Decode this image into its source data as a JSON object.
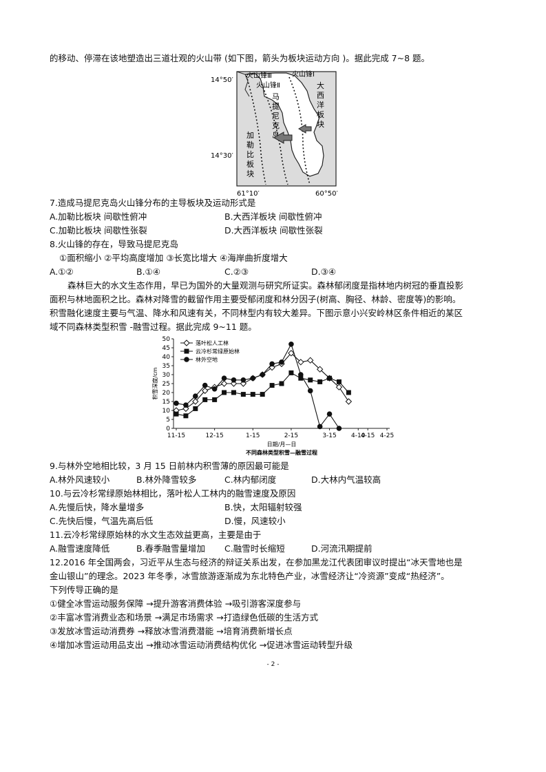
{
  "intro": "的移动、停滞在该地塑造出三道壮观的火山带 (如下图，箭头为板块运动方向 )。据此完成 7~8 题。",
  "map": {
    "lat_top": "14°50′",
    "lat_bottom": "14°30′",
    "lon_left": "61°10′",
    "lon_right": "60°50′",
    "ridge3": "火山锋Ⅲ",
    "ridge2": "火山锋Ⅱ",
    "ridge1": "火山锋Ⅰ",
    "island_chars": [
      "马",
      "提",
      "尼",
      "克",
      "岛"
    ],
    "atlantic_chars": [
      "大",
      "西",
      "洋",
      "板",
      "块"
    ],
    "caribbean_chars": [
      "加",
      "勒",
      "比",
      "板",
      "块"
    ]
  },
  "q7": {
    "stem": "7.造成马提尼克岛火山锋分布的主导板块及运动形式是",
    "a": "A.加勒比板块  间歇性俯冲",
    "b": "B.大西洋板块  间歇性俯冲",
    "c": "C.加勒比板块  间歇性张裂",
    "d": "D.大西洋板块  间歇性张裂"
  },
  "q8": {
    "stem": "8.火山锋的存在，导致马提尼克岛",
    "items": "①面积缩小  ②平均高度增加  ③长宽比增大  ④海岸曲折度增大",
    "a": "A.①②",
    "b": "B.①④",
    "c": "C.②③",
    "d": "D.③④"
  },
  "passage": [
    "森林巨大的水文生态作用，早已为国外的大量观测与研究所证实。森林郁闭度是指林地内树冠的垂直投影",
    "面积与林地面积之比。森林对降雪的截留作用主要受郁闭度和林分因子(树高、胸径、林龄、密度等)的影响。",
    "积雪融化速度主要与气温、降水和风速有关，不同林型内有较大差异。下图示意小兴安岭林区条件相近的某区",
    "域不同森林类型积雪 -融雪过程。据此完成 9~11 题。"
  ],
  "chart_data": {
    "type": "line",
    "title": "不同森林类型积雪—融雪过程",
    "xlabel": "日期/月—日",
    "ylabel": "积雪深度/cm",
    "ylim": [
      0,
      50
    ],
    "yticks": [
      "0",
      "5",
      "10",
      "15",
      "20",
      "25",
      "30",
      "35",
      "40",
      "45",
      "50"
    ],
    "xticks": [
      "11-15",
      "12-15",
      "1-15",
      "2-15",
      "3-15",
      "4-10",
      "4-15",
      "4-25"
    ],
    "xtick_idx": [
      0,
      4,
      8,
      12,
      16,
      19,
      20,
      22
    ],
    "grid": false,
    "legend_position": "top-left",
    "series": [
      {
        "name": "落叶松人工林",
        "marker": "diamond",
        "values": [
          10,
          11,
          15,
          21,
          23,
          25,
          25,
          25,
          28,
          30,
          34,
          36,
          42,
          37,
          38,
          33,
          28,
          23,
          15
        ],
        "x_idx": [
          0,
          1,
          2,
          3,
          4,
          5,
          6,
          7,
          8,
          9,
          10,
          11,
          12,
          13,
          14,
          15,
          16,
          17,
          18
        ]
      },
      {
        "name": "云冷杉常绿原始林",
        "marker": "square",
        "values": [
          8,
          7,
          11,
          16,
          16,
          20,
          20,
          19,
          19,
          19,
          24,
          25,
          31,
          28,
          27,
          26,
          28,
          26,
          20
        ],
        "x_idx": [
          0,
          1,
          2,
          3,
          4,
          5,
          6,
          7,
          8,
          9,
          10,
          11,
          12,
          13,
          14,
          15,
          16,
          17,
          18
        ]
      },
      {
        "name": "林外空地",
        "marker": "circle",
        "values": [
          14,
          13,
          18,
          24,
          22,
          28,
          27,
          27,
          28,
          30,
          36,
          37,
          47,
          30,
          21,
          1,
          8,
          0
        ],
        "x_idx": [
          0,
          1,
          2,
          3,
          4,
          5,
          6,
          7,
          8,
          9,
          10,
          11,
          12,
          13,
          14,
          15,
          16,
          17
        ]
      }
    ]
  },
  "q9": {
    "stem": "9.与林外空地相比较，3 月 15 日前林内积雪薄的原因最可能是",
    "a": "A.林外风速较小",
    "b": "B.林外降雪较多",
    "c": "C.林内郁闭度",
    "d": "D.大林内气温较高"
  },
  "q10": {
    "stem": "10.与云冷杉常绿原始林相比，落叶松人工林内的融雪速度及原因",
    "a": "A.先慢后快，降水量增多",
    "b": "B.快，太阳辐射较强",
    "c": "C.先快后慢，气温先高后低",
    "d": "D.慢，风速较小"
  },
  "q11": {
    "stem": "11.云冷杉常绿原始林的水文生态效益更高，主要是由于",
    "a": "A.融雪速度降低",
    "b": "B.春季融雪量增加",
    "c": "C.融雪时长缩短",
    "d": "D.河流汛期提前"
  },
  "q12": {
    "stem1": "12.2016 年全国两会，习近平从生态与经济的辩证关系出发，在参加黑龙江代表团审议时提出“冰天雪地也是",
    "stem2": "金山银山”的理念。2023 年冬季，冰雪旅游逐渐成为东北特色产业，冰雪经济让“冷资源”变成“热经济”。",
    "stem3": "下列传导正确的是",
    "item1": "①健全冰雪运动服务保障 →提升游客消费体验 →吸引游客深度参与",
    "item2": "②丰富冰雪消费业态和场景 →满足市场需求 →打造绿色低碳的生活方式",
    "item3": "③发放冰雪运动消费券 →释放冰雪消费潜能 →培育消费新增长点",
    "item4": "④增加冰雪运动用品支出 →推动冰雪运动消费结构优化 →促进冰雪运动转型升级"
  },
  "page_number": "- 2 -"
}
